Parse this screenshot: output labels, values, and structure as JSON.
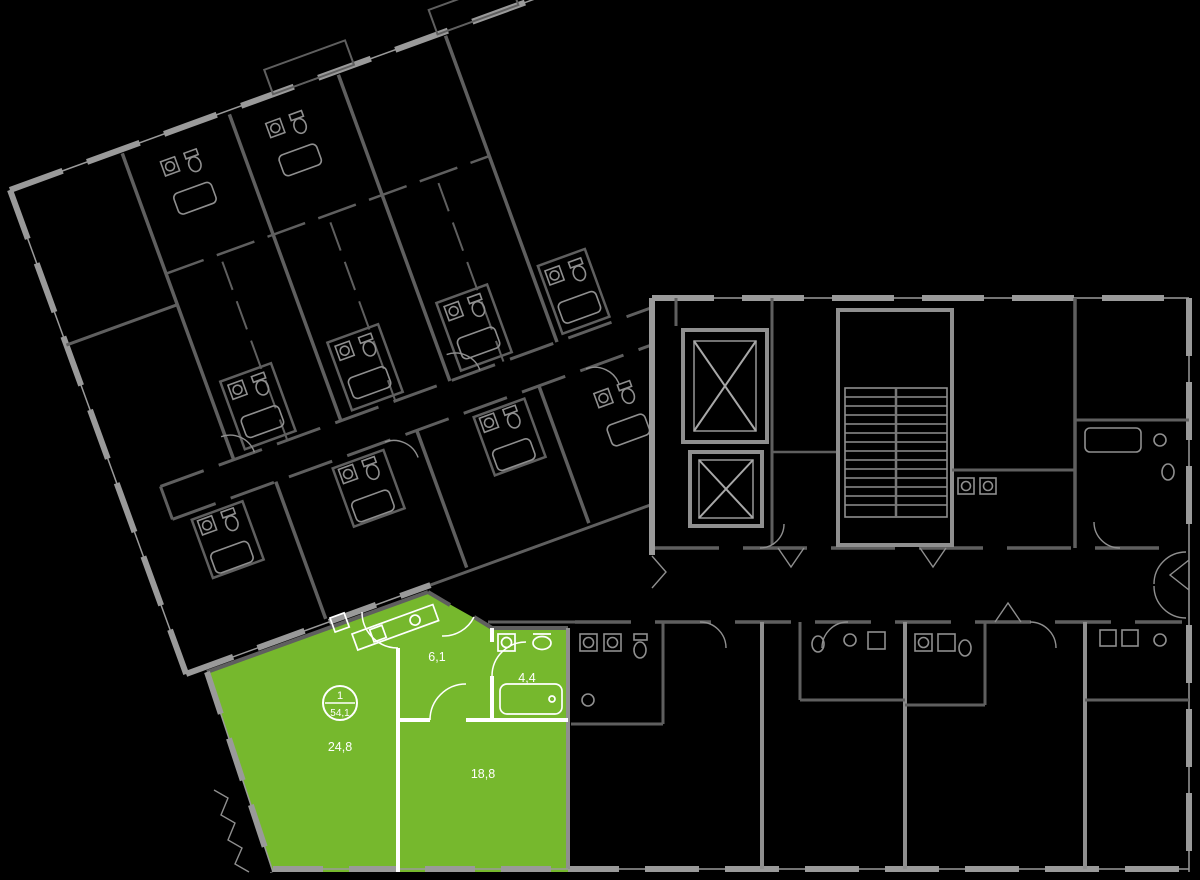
{
  "palette": {
    "background": "#000000",
    "exterior_wall": "#9a9a9a",
    "interior_wall": "#5f5f5f",
    "fixture_line": "#8f8f8f",
    "highlight_green": "#76b82d",
    "label_text": "#ffffff"
  },
  "unit": {
    "number": "1",
    "total_area": "54,1",
    "rooms": [
      {
        "area": "24,8"
      },
      {
        "area": "18,8"
      },
      {
        "area": "6,1"
      },
      {
        "area": "4,4"
      }
    ]
  }
}
